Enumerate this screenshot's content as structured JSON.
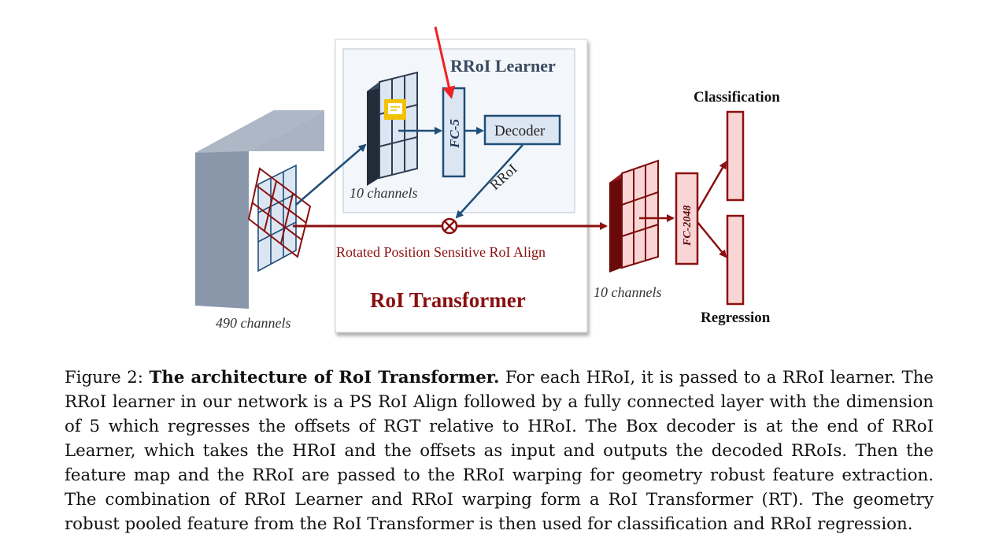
{
  "diagram": {
    "rroi_learner_title": "RRoI Learner",
    "fc5_label": "FC-5",
    "decoder_label": "Decoder",
    "rroi_label": "RRoI",
    "rt_title": "RoI Transformer",
    "align_label": "Rotated Position Sensitive RoI Align",
    "fc2048_label": "FC-2048",
    "classification_label": "Classification",
    "regression_label": "Regression",
    "channels_490": "490 channels",
    "channels_10_inner": "10 channels",
    "channels_10_outer": "10 channels",
    "colors": {
      "dark_red": "#8b0f0f",
      "navy": "#1f4e79",
      "light_blue_fill": "#dce6f2",
      "pink_fill": "#f9d5d5",
      "gray_block": "#8a96aa"
    }
  },
  "caption": {
    "figure_number": "Figure 2:",
    "bold_title": "The architecture of RoI Transformer.",
    "body": "For each HRoI, it is passed to a RRoI learner. The RRoI learner in our network is a PS RoI Align followed by a fully connected layer with the dimension of 5 which regresses the offsets of RGT relative to HRoI. The Box decoder is at the end of RRoI Learner, which takes the HRoI and the offsets as input and outputs the decoded RRoIs. Then the feature map and the RRoI are passed to the RRoI warping for geometry robust feature extraction. The combination of RRoI Learner and RRoI warping form a RoI Transformer (RT). The geometry robust pooled feature from the RoI Transformer is then used for classification and RRoI regression."
  }
}
